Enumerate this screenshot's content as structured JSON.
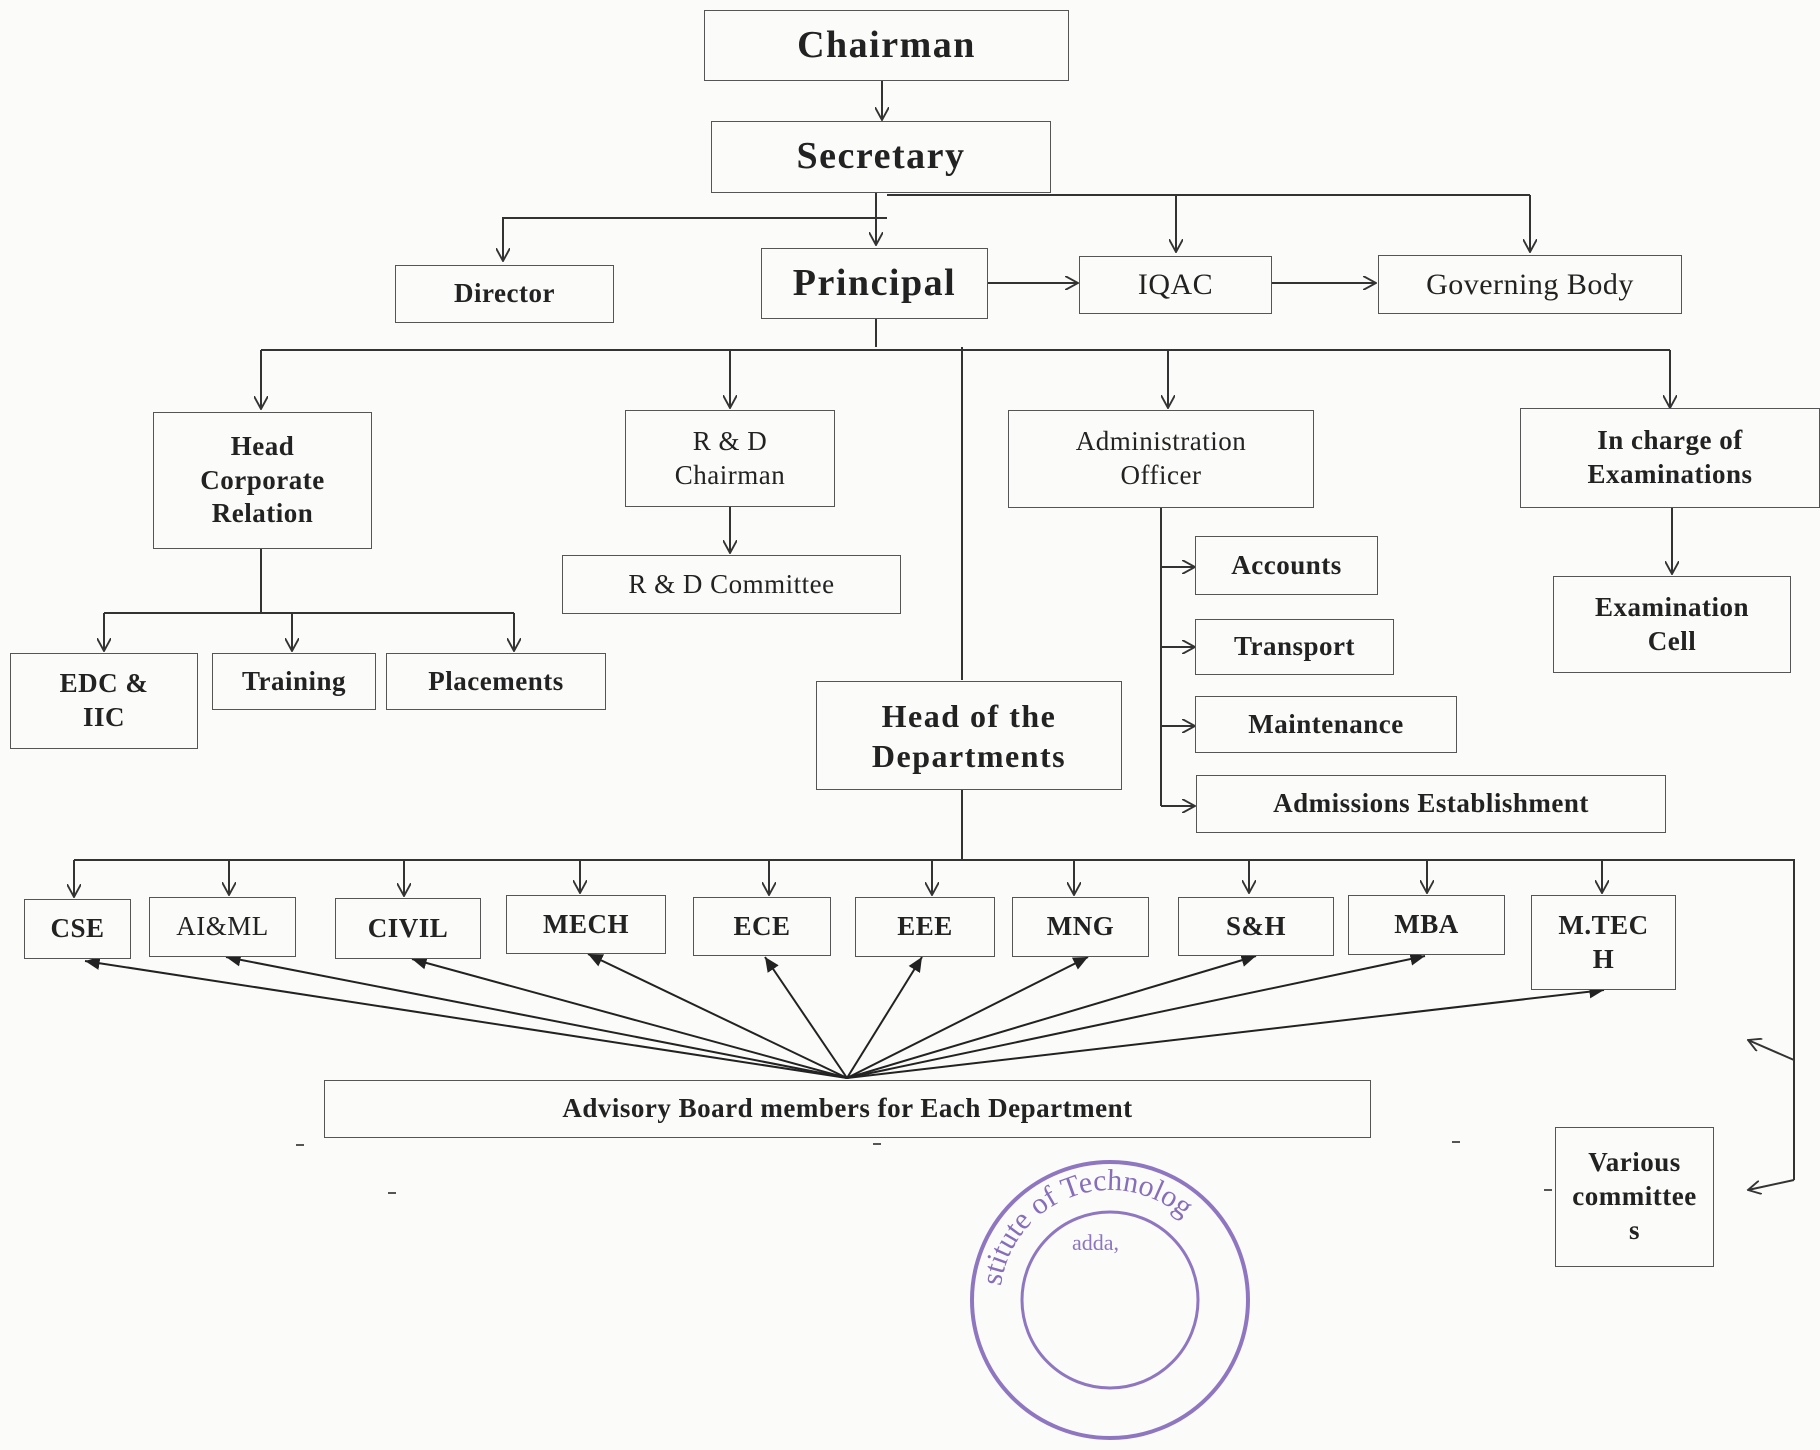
{
  "nodes": {
    "chairman": "Chairman",
    "secretary": "Secretary",
    "director": "Director",
    "principal": "Principal",
    "iqac": "IQAC",
    "governing_body": "Governing Body",
    "head_corporate_relation": "Head\nCorporate\nRelation",
    "rd_chairman": "R & D\nChairman",
    "rd_committee": "R & D Committee",
    "administration_officer": "Administration\nOfficer",
    "incharge_examinations": "In charge of\nExaminations",
    "edc_iiic": "EDC &\nIIC",
    "training": "Training",
    "placements": "Placements",
    "accounts": "Accounts",
    "transport": "Transport",
    "maintenance": "Maintenance",
    "admissions_establishment": "Admissions Establishment",
    "examination_cell": "Examination\nCell",
    "head_of_departments": "Head of the\nDepartments",
    "advisory_board": "Advisory Board members for Each Department",
    "various_committees": "Various\ncommittee\ns"
  },
  "departments": [
    "CSE",
    "AI&ML",
    "CIVIL",
    "MECH",
    "ECE",
    "EEE",
    "MNG",
    "S&H",
    "MBA",
    "M.TEC\nH"
  ],
  "stamp": {
    "text": "stitute of Technolog",
    "subtext": "adda,",
    "color": "#7a5fb5"
  }
}
